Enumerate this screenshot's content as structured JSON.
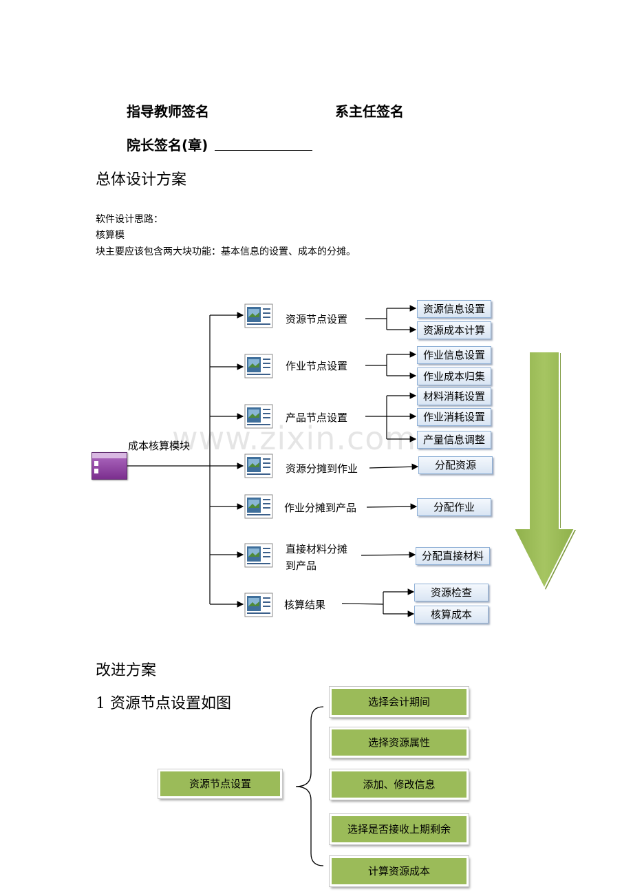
{
  "signatures": {
    "advisor": "指导教师签名",
    "dept_head": "系主任签名",
    "dean": "院长签名(章)"
  },
  "section1_title": "总体设计方案",
  "design_label": "软件设计思路：",
  "design_text_line1": "核算模",
  "design_text_line2": "块主要应该包含两大块功能：基本信息的设置、成本的分摊。",
  "diagram": {
    "root": "成本核算模块",
    "nodes": [
      {
        "label": "资源节点设置",
        "children": [
          "资源信息设置",
          "资源成本计算"
        ]
      },
      {
        "label": "作业节点设置",
        "children": [
          "作业信息设置",
          "作业成本归集"
        ]
      },
      {
        "label": "产品节点设置",
        "children": [
          "材料消耗设置",
          "作业消耗设置",
          "产量信息调整"
        ]
      },
      {
        "label": "资源分摊到作业",
        "children": [
          "分配资源"
        ]
      },
      {
        "label": "作业分摊到产品",
        "children": [
          "分配作业"
        ]
      },
      {
        "label_line1": "直接材料分摊",
        "label_line2": "到产品",
        "children": [
          "分配直接材料"
        ]
      },
      {
        "label": "核算结果",
        "children": [
          "资源检查",
          "核算成本"
        ]
      }
    ],
    "watermark": "www.zixin.com.cn"
  },
  "section2_title": "改进方案",
  "subsection_title": "1 资源节点设置如图",
  "resource_diagram": {
    "root": "资源节点设置",
    "steps": [
      "选择会计期间",
      "选择资源属性",
      "添加、修改信息",
      "选择是否接收上期剩余",
      "计算资源成本"
    ]
  },
  "colors": {
    "green": "#9bbb59",
    "blue_box_border": "#8fb0d6",
    "arrow_green": "#9bbb59"
  }
}
